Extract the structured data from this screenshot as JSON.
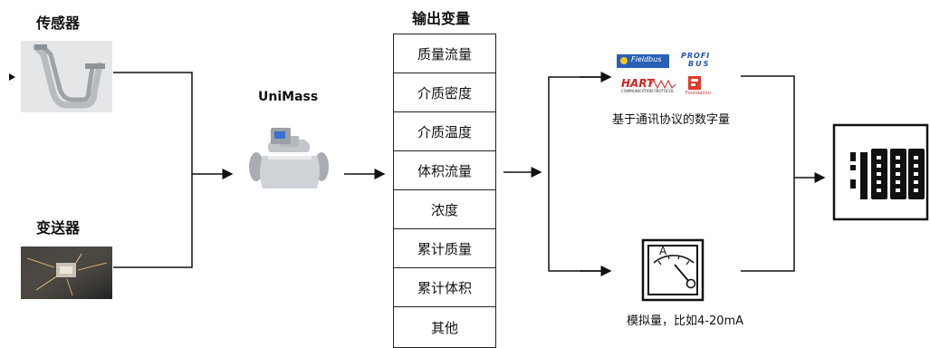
{
  "labels": {
    "sensor": "传感器",
    "transmitter": "变送器",
    "unimass": "UniMass",
    "outputs_title": "输出变量",
    "digital_caption": "基于通讯协议的数字量",
    "analog_caption": "模拟量，比如4-20mA"
  },
  "outputs": [
    "质量流量",
    "介质密度",
    "介质温度",
    "体积流量",
    "浓度",
    "累计质量",
    "累计体积",
    "其他"
  ],
  "logos": {
    "foundation": "Fieldbus",
    "profibus_top": "PROFI",
    "profibus_bottom": "BUS",
    "hart": "HART",
    "hart_sub": "COMMUNICATION PROTOCOL",
    "ff_sub": "Foundation"
  },
  "gauge": {
    "letter": "A"
  },
  "colors": {
    "line": "#111111",
    "hart_red": "#d32020",
    "profibus_blue": "#1f4fb5",
    "ff_red": "#e23a2a"
  }
}
